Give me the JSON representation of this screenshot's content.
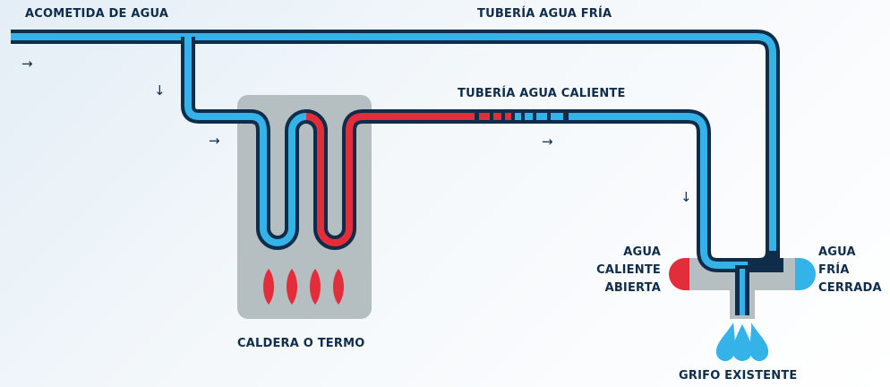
{
  "labels": {
    "acometida": "ACOMETIDA DE AGUA",
    "tuberia_fria": "TUBERÍA AGUA FRÍA",
    "tuberia_caliente": "TUBERÍA AGUA CALIENTE",
    "caldera": "CALDERA O TERMO",
    "grifo": "GRIFO EXISTENTE",
    "agua_caliente_abierta": [
      "AGUA",
      "CALIENTE",
      "ABIERTA"
    ],
    "agua_fria_cerrada": [
      "AGUA",
      "FRÍA",
      "CERRADA"
    ]
  },
  "arrows": {
    "right": "→",
    "down": "↓"
  },
  "colors": {
    "cold_water": "#33b3e8",
    "hot_water": "#e42d3a",
    "pipe_outline": "#0f2d4a",
    "boiler_body": "#b5bfc1",
    "flame": "#e42d3a",
    "tap_drops": "#33b3e8",
    "text": "#0f2d4a"
  },
  "icons": {
    "flow_arrow_right": "arrow-right-icon",
    "flow_arrow_down": "arrow-down-icon",
    "flame": "flame-icon",
    "water_drop": "water-drop-icon"
  }
}
